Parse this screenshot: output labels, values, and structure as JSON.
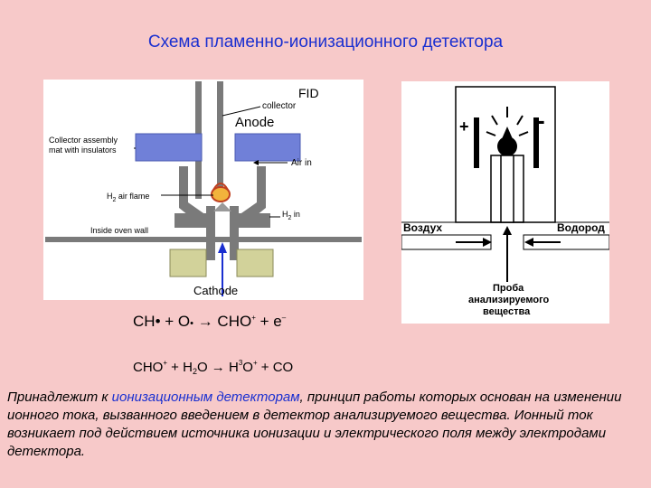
{
  "title": "Схема пламенно-ионизационного детектора",
  "fid_diagram": {
    "fid_label": "FID",
    "collector": "collector",
    "anode": "Anode",
    "collector_assembly_1": "Collector assembly",
    "collector_assembly_2": "mat with insulators",
    "air_in": "Air in",
    "h2_air_flame_h": "H",
    "h2_air_flame_sub": "2",
    "h2_air_flame_rest": " air flame",
    "h2_in_h": "H",
    "h2_in_sub": "2",
    "h2_in_rest": " in",
    "inside_oven_wall": "Inside oven wall",
    "cathode": "Cathode",
    "colors": {
      "body": "#7a7a7a",
      "collector_blocks": "#7080d8",
      "cathode_blocks": "#d2d29a",
      "arrow": "#1a2fd0"
    }
  },
  "schematic": {
    "plus": "+",
    "minus": "-",
    "air_label": "Воздух",
    "hydrogen_label": "Водород",
    "sample_line1": "Проба",
    "sample_line2": "анализируемого",
    "sample_line3": "вещества"
  },
  "equations": {
    "eq1_a": "CH",
    "eq1_b": "•",
    "eq1_c": " + O",
    "eq1_d": "•",
    "eq1_e": " → CHO",
    "eq1_f": "+",
    "eq1_g": " + e",
    "eq1_h": "–",
    "eq2_a": "CHO",
    "eq2_b": "+",
    "eq2_c": " + H",
    "eq2_d": "2",
    "eq2_e": "O → H",
    "eq2_f": "3",
    "eq2_g": "O",
    "eq2_h": "+",
    "eq2_i": " + CO"
  },
  "paragraph": {
    "before": "Принадлежит к ",
    "highlight": "ионизационным детекторам",
    "after": ", принцип работы которых основан на изменении ионного тока, вызванного введением в детектор анализируемого вещества. Ионный ток возникает под действием источника ионизации и электрического поля между электродами детектора."
  }
}
